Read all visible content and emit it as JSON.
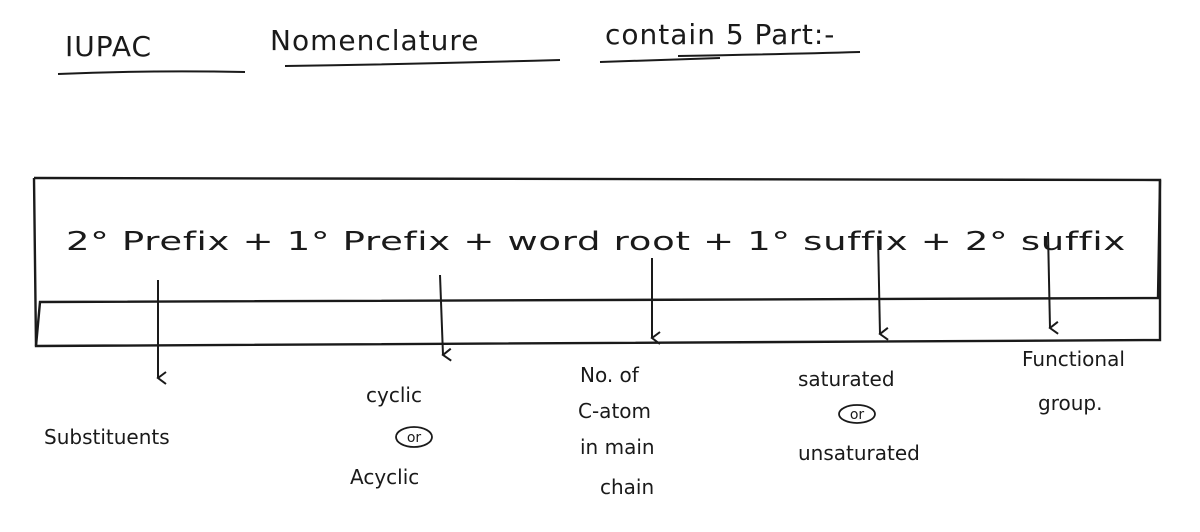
{
  "title": {
    "part1": "IUPAC",
    "part2": "Nomenclature",
    "part3": "contain 5 Part:-"
  },
  "formula": {
    "text": "2° Prefix + 1° Prefix + word root + 1° suffix + 2° suffix"
  },
  "parts": [
    {
      "name": "2° Prefix",
      "lines": [
        "Substituents"
      ]
    },
    {
      "name": "1° Prefix",
      "lines": [
        "cyclic",
        "Acyclic"
      ],
      "connector": "or"
    },
    {
      "name": "word root",
      "lines": [
        "No. of",
        "C-atom",
        "in main",
        "chain"
      ]
    },
    {
      "name": "1° suffix",
      "lines": [
        "saturated",
        "unsaturated"
      ],
      "connector": "or"
    },
    {
      "name": "2° suffix",
      "lines": [
        "Functional",
        "group."
      ]
    }
  ]
}
